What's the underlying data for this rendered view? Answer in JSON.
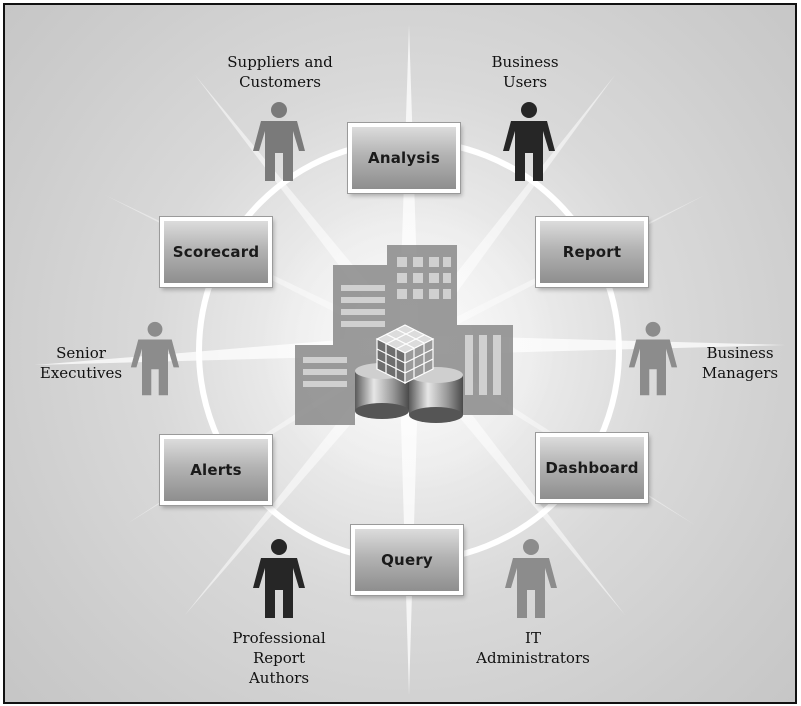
{
  "modules": {
    "analysis": "Analysis",
    "report": "Report",
    "dashboard": "Dashboard",
    "query": "Query",
    "alerts": "Alerts",
    "scorecard": "Scorecard"
  },
  "users": {
    "suppliers": [
      "Suppliers and",
      "Customers"
    ],
    "business_users": [
      "Business",
      "Users"
    ],
    "business_managers": [
      "Business",
      "Managers"
    ],
    "it_admins": [
      "IT",
      "Administrators"
    ],
    "report_authors": [
      "Professional",
      "Report",
      "Authors"
    ],
    "senior_execs": [
      "Senior",
      "Executives"
    ]
  },
  "colors": {
    "person_dark": "#262626",
    "person_mid": "#7a7a7a",
    "person_light": "#8c8c8c"
  },
  "icons": [
    "person-icon",
    "cube-icon",
    "database-icon",
    "building-icon"
  ]
}
